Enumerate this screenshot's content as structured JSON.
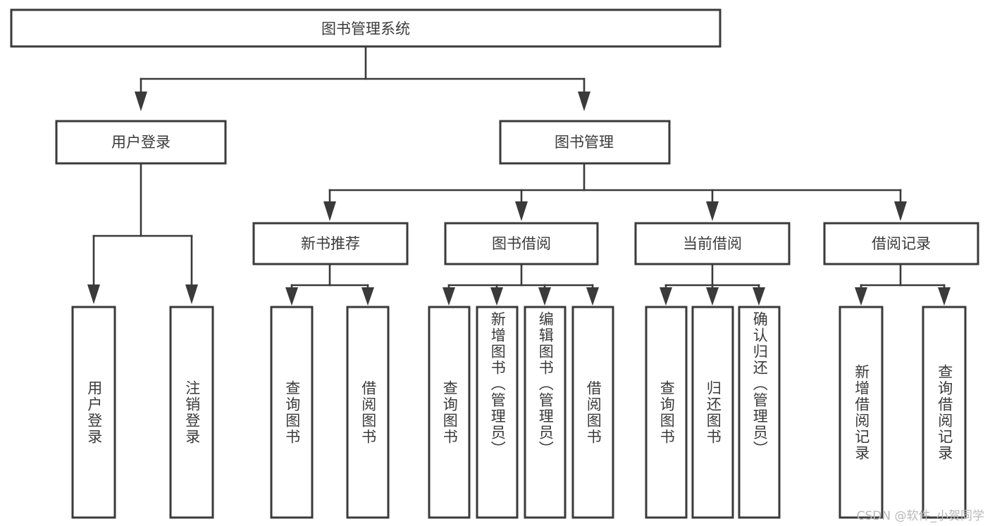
{
  "diagram": {
    "type": "tree",
    "title": "图书管理系统",
    "orientation": "top-down",
    "colors": {
      "background": "#ffffff",
      "box_stroke": "#3a3a3a",
      "box_fill": "#ffffff",
      "connector": "#3a3a3a",
      "text": "#3a3a3a",
      "watermark": "#b9b9b9"
    },
    "root": {
      "label": "图书管理系统"
    },
    "level2": [
      {
        "label": "用户登录"
      },
      {
        "label": "图书管理"
      }
    ],
    "level3": [
      {
        "label": "新书推荐"
      },
      {
        "label": "图书借阅"
      },
      {
        "label": "当前借阅"
      },
      {
        "label": "借阅记录"
      }
    ],
    "leaves": {
      "user_login": [
        {
          "label": "用户登录"
        },
        {
          "label": "注销登录"
        }
      ],
      "new_book_recommend": [
        {
          "label": "查询图书"
        },
        {
          "label": "借阅图书"
        }
      ],
      "book_borrow": [
        {
          "label": "查询图书"
        },
        {
          "label": "新增图书（管理员）"
        },
        {
          "label": "编辑图书（管理员）"
        },
        {
          "label": "借阅图书"
        }
      ],
      "current_borrow": [
        {
          "label": "查询图书"
        },
        {
          "label": "归还图书"
        },
        {
          "label": "确认归还（管理员）"
        }
      ],
      "borrow_record": [
        {
          "label": "新增借阅记录"
        },
        {
          "label": "查询借阅记录"
        }
      ]
    },
    "watermark": "CSDN @软件_小贺同学"
  }
}
